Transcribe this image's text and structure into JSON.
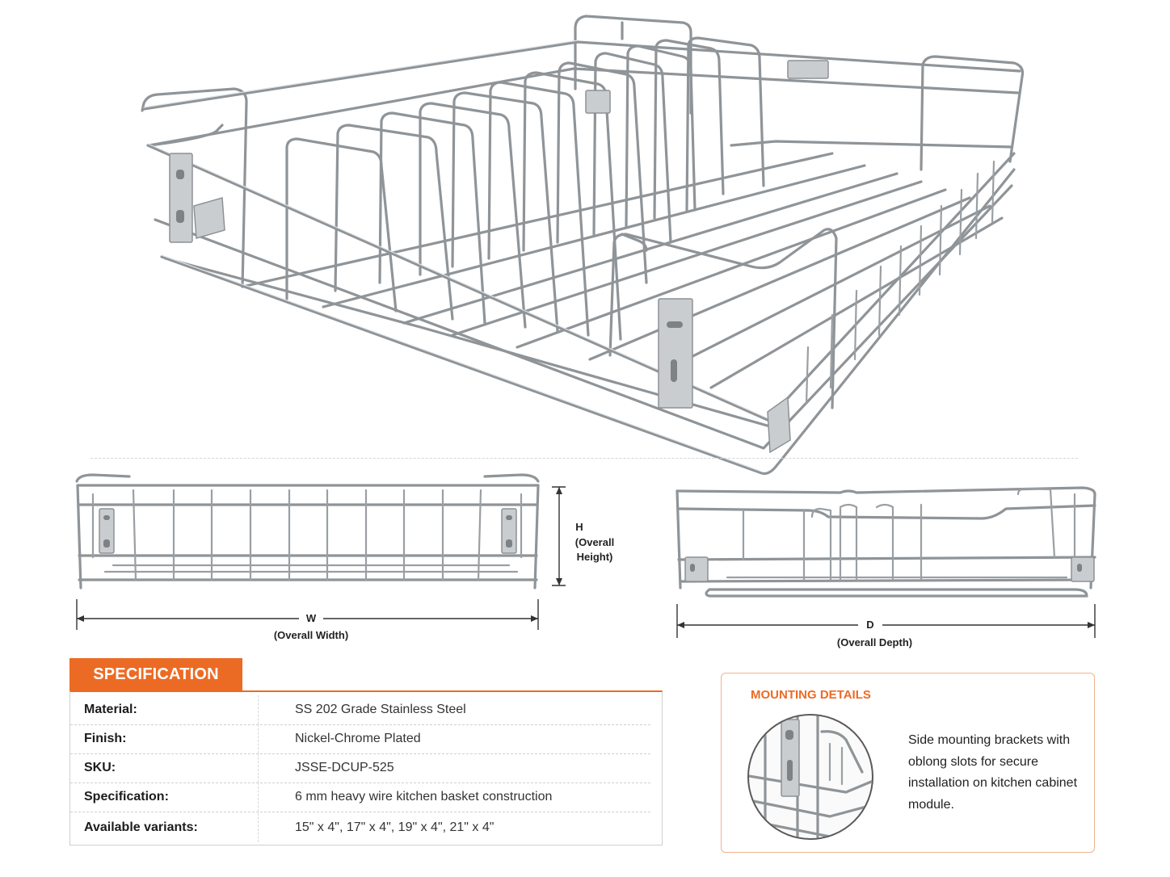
{
  "dimensions": {
    "height_letter": "H",
    "height_caption_line1": "(Overall",
    "height_caption_line2": "Height)",
    "width_letter": "W",
    "width_caption": "(Overall Width)",
    "depth_letter": "D",
    "depth_caption": "(Overall Depth)"
  },
  "specification": {
    "heading": "SPECIFICATION",
    "rows": [
      {
        "label": "Material:",
        "value": "SS 202 Grade Stainless Steel"
      },
      {
        "label": "Finish:",
        "value": "Nickel-Chrome Plated"
      },
      {
        "label": "SKU:",
        "value": "JSSE-DCUP-525"
      },
      {
        "label": "Specification:",
        "value": "6 mm heavy wire kitchen basket construction"
      },
      {
        "label": "Available variants:",
        "value": "15\" x 4\", 17\" x 4\", 19\" x 4\", 21\" x 4\""
      }
    ]
  },
  "mounting": {
    "heading": "MOUNTING DETAILS",
    "text": "Side mounting brackets with oblong slots for secure installation on kitchen cabinet module."
  },
  "colors": {
    "accent": "#ec6b24",
    "wire": "#8f9498",
    "text": "#1c1c1c"
  }
}
